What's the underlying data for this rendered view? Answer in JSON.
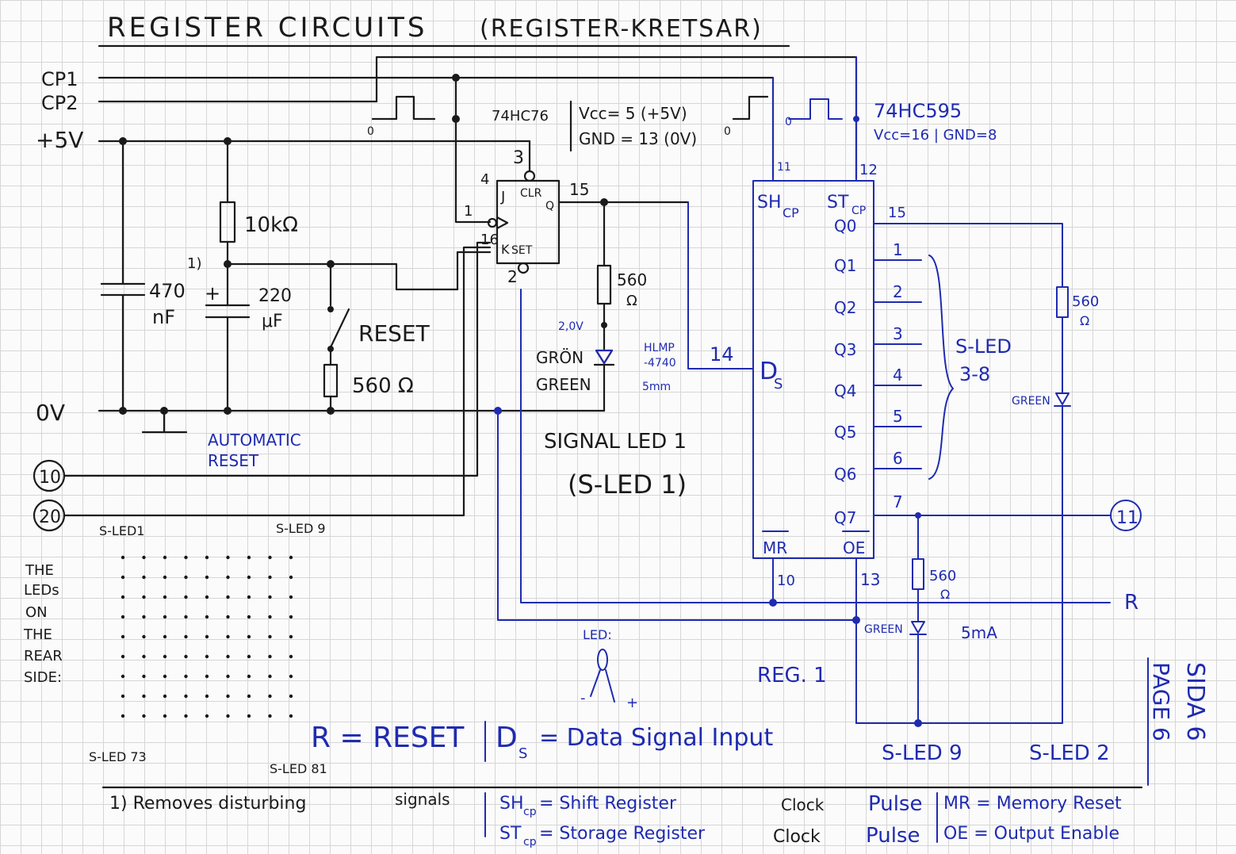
{
  "title": "REGISTER CIRCUITS",
  "title_alt": "(REGISTER-KRETSAR)",
  "rails": {
    "cp1": "CP1",
    "cp2": "CP2",
    "vcc": "+5V",
    "gnd": "0V"
  },
  "connectors": {
    "c10": "10",
    "c20": "20",
    "c11": "11"
  },
  "pulse_marks": {
    "left": "0",
    "mid_left": "0",
    "mid_right": "0"
  },
  "flipflop": {
    "part": "74HC76",
    "vcc": "Vcc= 5 (+5V)",
    "gnd": "GND = 13 (0V)",
    "pins": {
      "p3": "3",
      "p4": "4",
      "p1": "1",
      "p16": "16",
      "p2": "2",
      "p15": "15"
    },
    "labels": {
      "j": "J",
      "clr": "CLR",
      "q": "Q",
      "k": "K",
      "set": "SET"
    }
  },
  "shiftreg": {
    "part": "74HC595",
    "power": "Vcc=16 | GND=8",
    "pins": {
      "p11": "11",
      "p12": "12",
      "p14": "14",
      "p15": "15",
      "p10": "10",
      "p13": "13"
    },
    "sh": "SH",
    "sh_sub": "CP",
    "st": "ST",
    "st_sub": "CP",
    "ds": "D",
    "ds_sub": "S",
    "outputs": [
      "Q0",
      "Q1",
      "Q2",
      "Q3",
      "Q4",
      "Q5",
      "Q6",
      "Q7"
    ],
    "out_numbers": [
      "1",
      "2",
      "3",
      "4",
      "5",
      "6",
      "7"
    ],
    "mr": "MR",
    "oe": "OE"
  },
  "components": {
    "r10k": "10kΩ",
    "c470_a": "470",
    "c470_b": "nF",
    "cap_note": "1)",
    "plus": "+",
    "c220_a": "220",
    "c220_b": "μF",
    "reset": "RESET",
    "r560_reset": "560 Ω",
    "r560_led": "560",
    "r560_led_unit": "Ω",
    "voltage": "2,0V",
    "led_swe": "GRÖN",
    "led_eng": "GREEN",
    "led_type_a": "HLMP",
    "led_type_b": "-4740",
    "led_size": "5mm",
    "auto_reset_a": "AUTOMATIC",
    "auto_reset_b": "RESET",
    "r560_right": "560",
    "r560_right_unit": "Ω",
    "green_right": "GREEN",
    "r560_q7": "560",
    "r560_q7_unit": "Ω",
    "green_q7": "GREEN",
    "current": "5mA",
    "sled_group_a": "S-LED",
    "sled_group_b": "3-8",
    "reset_line": "R"
  },
  "signal_led": {
    "line1": "SIGNAL LED 1",
    "line2": "(S-LED 1)"
  },
  "led_matrix": {
    "top_left": "S-LED1",
    "top_right": "S-LED 9",
    "bottom_left": "S-LED 73",
    "bottom_right": "S-LED 81",
    "side_note": [
      "THE",
      "LEDs",
      "ON",
      "THE",
      "REAR",
      "SIDE:"
    ]
  },
  "led_legend": {
    "title": "LED:",
    "minus": "-",
    "plus": "+"
  },
  "reg_label": "REG. 1",
  "bottom_labels": {
    "sled9": "S-LED 9",
    "sled2": "S-LED 2"
  },
  "legend": {
    "r": "R = RESET",
    "ds": "D",
    "ds_sub": "S",
    "ds_text": "= Data Signal Input"
  },
  "page": {
    "sida": "SIDA 6",
    "page": "PAGE 6"
  },
  "footnotes": {
    "note1": "1) Removes disturbing",
    "signals": "signals",
    "sh_cp": "SH",
    "sh_cp_sub": "cp",
    "sh_text": "= Shift Register",
    "st_cp": "ST",
    "st_cp_sub": "cp",
    "st_text": "= Storage Register",
    "clock1": "Clock",
    "clock2": "Clock",
    "pulse1": "Pulse",
    "pulse2": "Pulse",
    "mr_text": "MR = Memory Reset",
    "oe_text": "OE = Output Enable"
  },
  "colors": {
    "pencil": "#1a1a1a",
    "ink": "#1f2bb0",
    "grid": "#d6d6d6"
  }
}
